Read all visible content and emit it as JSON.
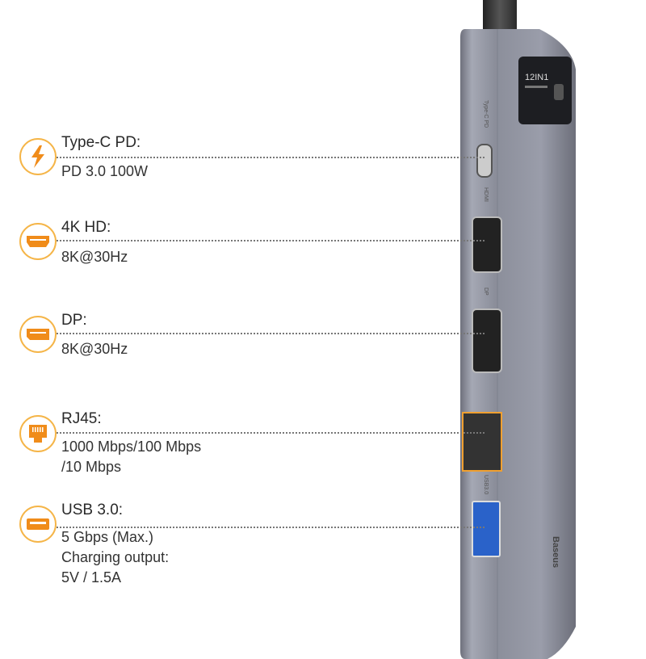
{
  "features": [
    {
      "icon": "lightning-icon",
      "title": "Type-C PD:",
      "lines": [
        "PD 3.0 100W"
      ]
    },
    {
      "icon": "hdmi-port-icon",
      "title": "4K HD:",
      "lines": [
        "8K@30Hz"
      ]
    },
    {
      "icon": "displayport-icon",
      "title": "DP:",
      "lines": [
        "8K@30Hz"
      ]
    },
    {
      "icon": "ethernet-port-icon",
      "title": "RJ45:",
      "lines": [
        "1000 Mbps/100 Mbps",
        "/10 Mbps"
      ]
    },
    {
      "icon": "usb-port-icon",
      "title": "USB 3.0:",
      "lines": [
        "5 Gbps (Max.)",
        "Charging output:",
        "5V / 1.5A"
      ]
    }
  ],
  "device": {
    "badge_title": "12IN1",
    "brand": "Baseus",
    "port_labels": {
      "typec": "Type-C PD",
      "hdmi": "HDMI",
      "dp": "DP",
      "usb": "USB3.0"
    }
  },
  "colors": {
    "accent": "#f08c1a",
    "ring": "#f5b548",
    "body": "#8a8d99"
  }
}
